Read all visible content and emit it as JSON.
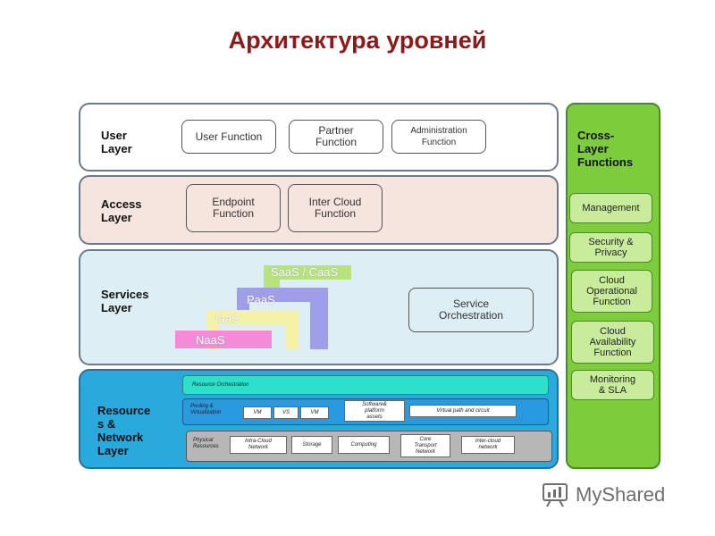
{
  "title": "Архитектура уровней",
  "user_layer": {
    "label": "User\nLayer",
    "functions": [
      "User Function",
      "Partner\nFunction",
      "Administration\nFunction"
    ]
  },
  "access_layer": {
    "label": "Access\nLayer",
    "functions": [
      "Endpoint\nFunction",
      "Inter Cloud\nFunction"
    ]
  },
  "services_layer": {
    "label": "Services\nLayer",
    "stairs": [
      "SaaS / CaaS",
      "PaaS",
      "IaaS",
      "NaaS"
    ],
    "orchestration": "Service\nOrchestration"
  },
  "resource_layer": {
    "label": "Resource\ns &\nNetwork\nLayer",
    "resource_orchestration": "Resource Orchestration",
    "pooling": {
      "label": "Pooling &\nVirtualization",
      "items": [
        "VM",
        "VS",
        "VM",
        "Software&\nplatform\nassets",
        "Virtual path and circuit"
      ]
    },
    "physical": {
      "label": "Physical\nResources",
      "items": [
        "Intra-Cloud\nNetwork",
        "Storage",
        "Computing",
        "Core\nTransport\nNetwork",
        "Inter-cloud\nnetwork"
      ]
    }
  },
  "cross_layer": {
    "label": "Cross-\nLayer\nFunctions",
    "items": [
      "Management",
      "Security &\nPrivacy",
      "Cloud\nOperational\nFunction",
      "Cloud\nAvailability\nFunction",
      "Monitoring\n& SLA"
    ]
  },
  "watermark": "MyShared",
  "colors": {
    "title": "#8b1a1a",
    "user_bg": "#ffffff",
    "access_bg": "#f6e4de",
    "services_bg": "#ddeef4",
    "resource_bg": "#2aa9dc",
    "cross_bg": "#7ccc3c",
    "saas": "#b7e27e",
    "paas": "#9f9ee8",
    "iaas": "#f4f2a6",
    "naas": "#f48ad8",
    "res_orch": "#2ee0cc"
  }
}
